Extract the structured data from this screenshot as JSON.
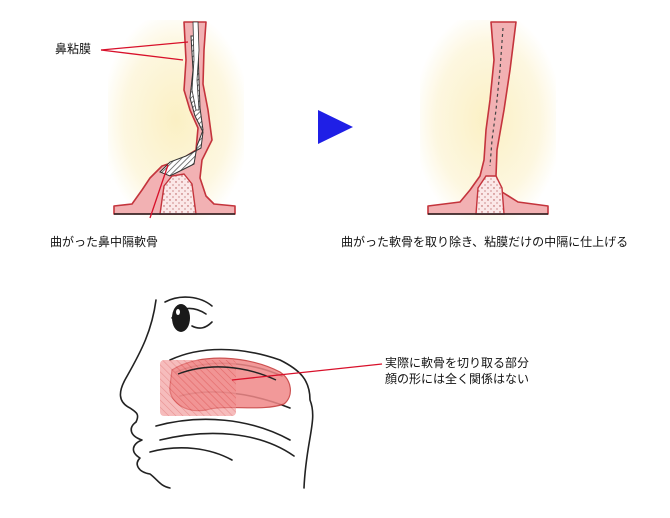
{
  "labels": {
    "nasal_mucosa": "鼻粘膜",
    "deviated_cartilage": "曲がった鼻中隔軟骨",
    "after_caption": "曲がった軟骨を取り除き、粘膜だけの中隔に仕上げる",
    "note_line1": "実際に軟骨を切り取る部分",
    "note_line2": "顔の形には全く関係はない"
  },
  "colors": {
    "background_glow": "#fbf3cc",
    "mucosa_pink": "#f2b1b3",
    "mucosa_outline": "#c4343c",
    "cartilage_fill": "#e8e8e8",
    "bone_dots": "#f6e0e0",
    "arrow_blue": "#1f1fe6",
    "leader_red": "#d8102a",
    "cut_region": "#e65050"
  },
  "icons": {
    "process_arrow": "play-triangle-icon"
  }
}
